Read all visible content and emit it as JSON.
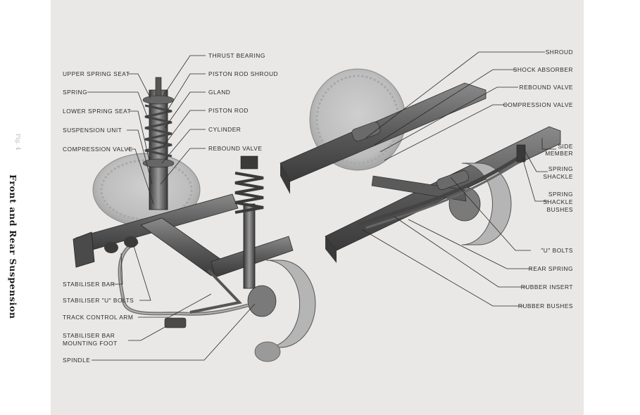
{
  "page": {
    "side_title": "Front and Rear Suspension",
    "figure_number": "Fig. 4"
  },
  "labels": {
    "thrust_bearing": "THRUST BEARING",
    "piston_rod_shroud": "PISTON ROD SHROUD",
    "gland": "GLAND",
    "piston_rod": "PISTON ROD",
    "cylinder": "CYLINDER",
    "rebound_valve_front": "REBOUND VALVE",
    "upper_spring_seat": "UPPER SPRING SEAT",
    "spring": "SPRING",
    "lower_spring_seat": "LOWER SPRING SEAT",
    "suspension_unit": "SUSPENSION UNIT",
    "compression_valve_front": "COMPRESSION VALVE",
    "stabiliser_bar": "STABILISER BAR",
    "stabiliser_u_bolts": "STABILISER \"U\" BOLTS",
    "track_control_arm": "TRACK CONTROL ARM",
    "stabiliser_bar_mounting_foot_1": "STABILISER BAR",
    "stabiliser_bar_mounting_foot_2": "MOUNTING FOOT",
    "spindle": "SPINDLE",
    "shroud": "SHROUD",
    "shock_absorber": "SHOCK ABSORBER",
    "rebound_valve_rear": "REBOUND VALVE",
    "compression_valve_rear": "COMPRESSION VALVE",
    "side_member_1": "SIDE",
    "side_member_2": "MEMBER",
    "spring_shackle_1": "SPRING",
    "spring_shackle_2": "SHACKLE",
    "spring_shackle_bushes_1": "SPRING",
    "spring_shackle_bushes_2": "SHACKLE",
    "spring_shackle_bushes_3": "BUSHES",
    "u_bolts": "\"U\" BOLTS",
    "rear_spring": "REAR SPRING",
    "rubber_insert": "RUBBER INSERT",
    "rubber_bushes": "RUBBER BUSHES"
  }
}
